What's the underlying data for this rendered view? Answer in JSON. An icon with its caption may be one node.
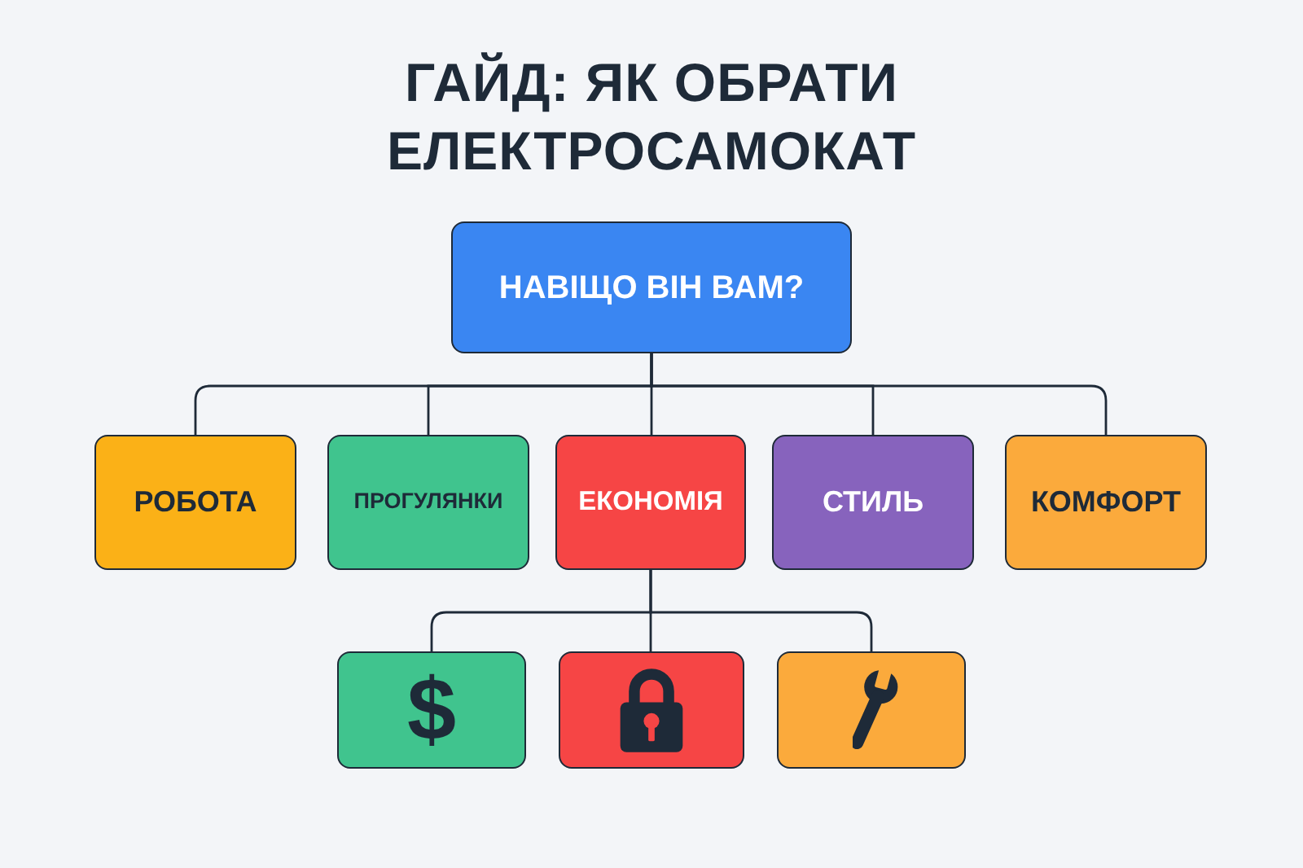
{
  "diagram": {
    "title": "ГАЙД: ЯК ОБРАТИ ЕЛЕКТРОСАМОКАТ",
    "nodes": [
      {
        "text": [
          "НАВІЩО ВІН ВАМ?"
        ]
      },
      {
        "text": [
          "РОБОТА"
        ]
      },
      {
        "text": [
          "ПРОГУЛЯНКИ"
        ]
      },
      {
        "text": [
          "ЕКОНОМІЯ"
        ]
      },
      {
        "text": [
          "СТИЛЬ"
        ]
      },
      {
        "text": [
          "КОМФОРТ"
        ]
      },
      {
        "text": [
          "$"
        ]
      },
      {
        "text": [],
        "shape": "picture"
      },
      {
        "text": [],
        "shape": "picture"
      }
    ],
    "edges": [
      {
        "from": 0,
        "to": 1,
        "arrow": "none"
      },
      {
        "from": 0,
        "to": 2,
        "arrow": "none"
      },
      {
        "from": 0,
        "to": 3,
        "arrow": "none"
      },
      {
        "from": 0,
        "to": 4,
        "arrow": "none"
      },
      {
        "from": 0,
        "to": 5,
        "arrow": "none"
      },
      {
        "from": 3,
        "to": 6,
        "arrow": "none"
      },
      {
        "from": 3,
        "to": 7,
        "arrow": "none"
      },
      {
        "from": 3,
        "to": 8,
        "arrow": "none"
      }
    ]
  }
}
